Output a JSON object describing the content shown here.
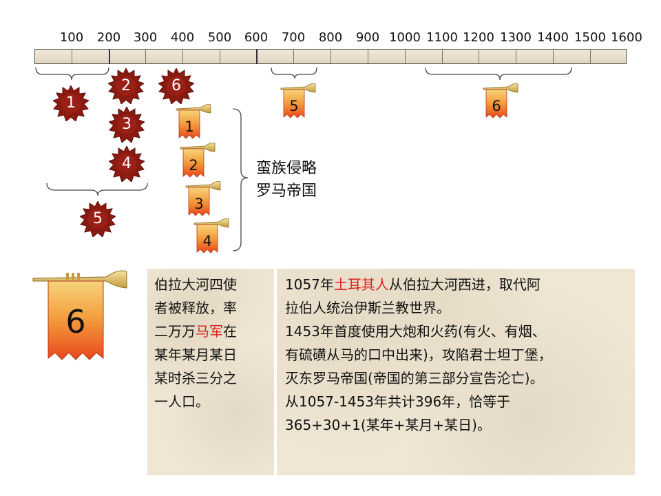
{
  "timeline": {
    "labels": [
      "100",
      "200",
      "300",
      "400",
      "500",
      "600",
      "700",
      "800",
      "900",
      "1000",
      "1100",
      "1200",
      "1300",
      "1400",
      "1500",
      "1600"
    ]
  },
  "seals": [
    "1",
    "2",
    "3",
    "4",
    "5",
    "6"
  ],
  "trumpets_group": [
    "1",
    "2",
    "3",
    "4"
  ],
  "trumpet_5": "5",
  "trumpet_6": "6",
  "caption": {
    "line1": "蛮族侵略",
    "line2": "罗马帝国"
  },
  "big_trumpet": {
    "number": "6"
  },
  "panel_left": {
    "l1": "伯拉大河四使",
    "l2": "者被释放，率",
    "l3a": "二万万",
    "l3b": "马军",
    "l3c": "在",
    "l4": "某年某月某日",
    "l5": "某时杀三分之",
    "l6": "一人口。"
  },
  "panel_right": {
    "l1a": "1057年",
    "l1b": "土耳其人",
    "l1c": "从伯拉大河西进，取代阿",
    "l2": "拉伯人统治伊斯兰教世界。",
    "l3": "1453年首度使用大炮和火药(有火、有烟、",
    "l4": "有硫磺从马的口中出来)，攻陷君士坦丁堡，",
    "l5": "灭东罗马帝国(帝国的第三部分宣告沦亡)。",
    "l6": "从1057-1453年共计396年，恰等于",
    "l7": "365+30+1(某年+某月+某日)。"
  },
  "colors": {
    "seal": "#8b1a10",
    "seal_light": "#c2331b",
    "banner_top": "#f7d47a",
    "banner_bottom": "#e9461c",
    "accent_red": "#e02020"
  }
}
